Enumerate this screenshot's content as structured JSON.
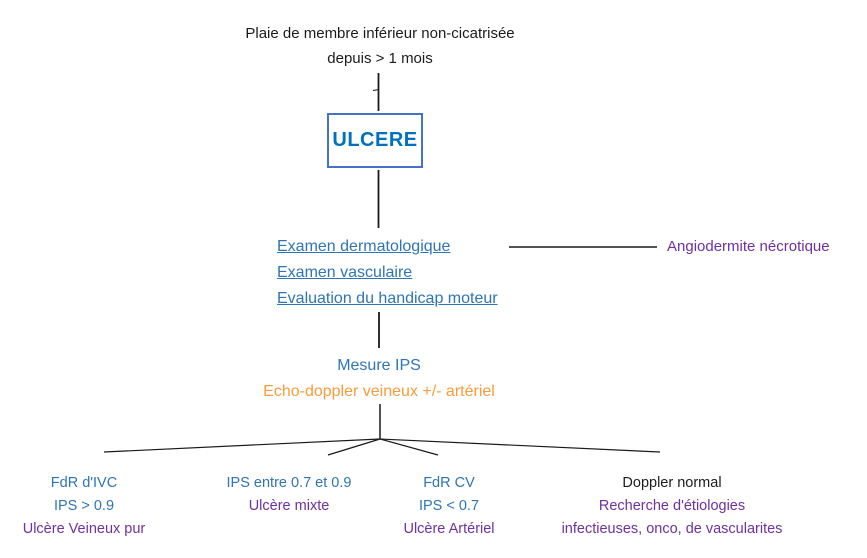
{
  "palette": {
    "black_text": "#1B1B1B",
    "blue_text": "#2E75B6",
    "root_box_text": "#0070C0",
    "root_box_border": "#4472C4",
    "purple_text": "#7030A0",
    "orange_text": "#F89C3C",
    "connector_line": "#1A1A1A"
  },
  "flowchart": {
    "title": {
      "line1": "Plaie de membre inférieur non-cicatrisée",
      "line2": "depuis > 1 mois"
    },
    "root": {
      "label": "ULCERE"
    },
    "exams": {
      "items": [
        {
          "label": "Examen dermatologique"
        },
        {
          "label": "Examen vasculaire"
        },
        {
          "label": "Evaluation du handicap moteur"
        }
      ]
    },
    "side_note": {
      "label": "Angiodermite nécrotique"
    },
    "assessment": {
      "line1": "Mesure IPS",
      "line2": "Echo-doppler veineux +/- artériel"
    },
    "branches": [
      {
        "id": "venous",
        "lines": [
          {
            "text": "FdR d'IVC",
            "color": "blue"
          },
          {
            "text": "IPS > 0.9",
            "color": "blue"
          },
          {
            "text": "Ulcère Veineux pur",
            "color": "purple"
          }
        ]
      },
      {
        "id": "mixed",
        "lines": [
          {
            "text": "IPS entre 0.7 et 0.9",
            "color": "blue"
          },
          {
            "text": "Ulcère mixte",
            "color": "purple"
          }
        ]
      },
      {
        "id": "arterial",
        "lines": [
          {
            "text": "FdR CV",
            "color": "blue"
          },
          {
            "text": "IPS < 0.7",
            "color": "blue"
          },
          {
            "text": "Ulcère Artériel",
            "color": "purple"
          }
        ]
      },
      {
        "id": "doppler-normal",
        "lines": [
          {
            "text": "Doppler normal",
            "color": "black"
          },
          {
            "text": "Recherche d'étiologies",
            "color": "purple"
          },
          {
            "text": "infectieuses, onco, de vascularites",
            "color": "purple"
          }
        ]
      }
    ]
  }
}
